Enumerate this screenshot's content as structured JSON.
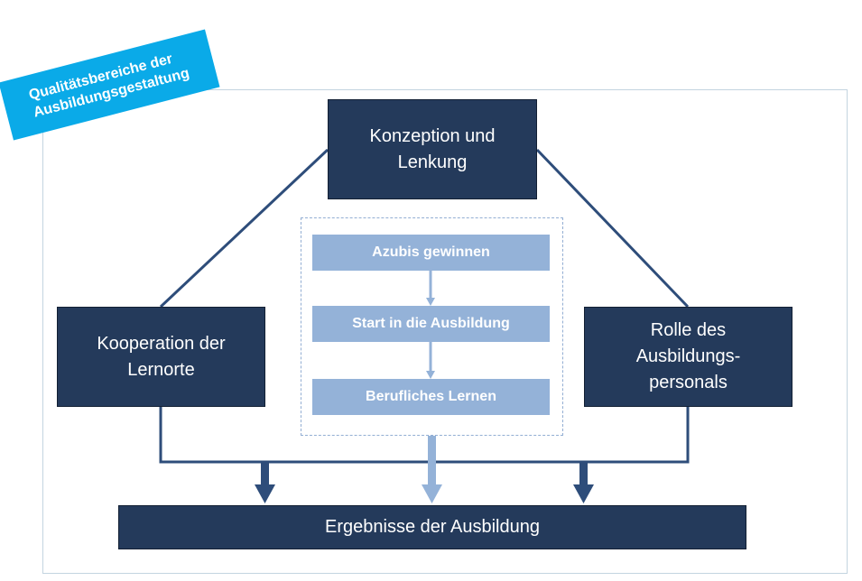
{
  "badge": {
    "text": "Qualitätsbereiche der\nAusbildungsgestaltung"
  },
  "boxes": {
    "top": "Konzeption und\nLenkung",
    "left": "Kooperation der\nLernorte",
    "right": "Rolle des\nAusbildungs-\npersonals",
    "bottom": "Ergebnisse der Ausbildung"
  },
  "steps": [
    "Azubis gewinnen",
    "Start in die Ausbildung",
    "Berufliches Lernen"
  ],
  "colors": {
    "dark_box": "#243a5b",
    "connector": "#2e4d7a",
    "step_fill": "#94b2d8",
    "badge": "#0aaae8",
    "frame": "#c3d4e0"
  }
}
